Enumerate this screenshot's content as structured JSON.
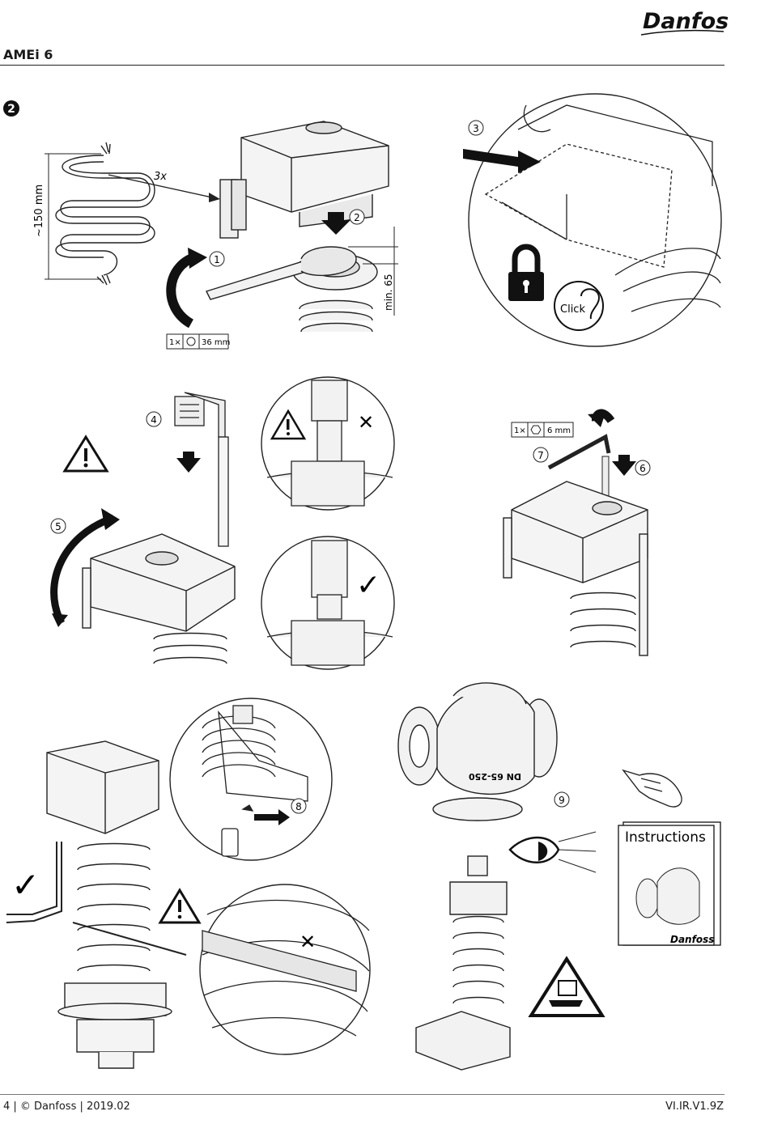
{
  "header": {
    "brand": "Danfoss",
    "product_title": "AMEi 6"
  },
  "section": {
    "number": "2"
  },
  "steps": {
    "s1": "1",
    "s2": "2",
    "s3": "3",
    "s4": "4",
    "s5": "5",
    "s6": "6",
    "s7": "7",
    "s8": "8",
    "s9": "9"
  },
  "labels": {
    "cable_length": "~150 mm",
    "cable_count": "3x",
    "min_height": "min. 65",
    "wrench_qty": "1×",
    "wrench_size": "36 mm",
    "hexkey_qty": "1×",
    "hexkey_size": "6 mm",
    "click": "Click",
    "instructions": "Instructions",
    "valve_marking": "DN 65-250"
  },
  "marks": {
    "wrong": "✕",
    "right": "✓"
  },
  "footer": {
    "left": "4 | © Danfoss | 2019.02",
    "right": "VI.IR.V1.9Z"
  }
}
